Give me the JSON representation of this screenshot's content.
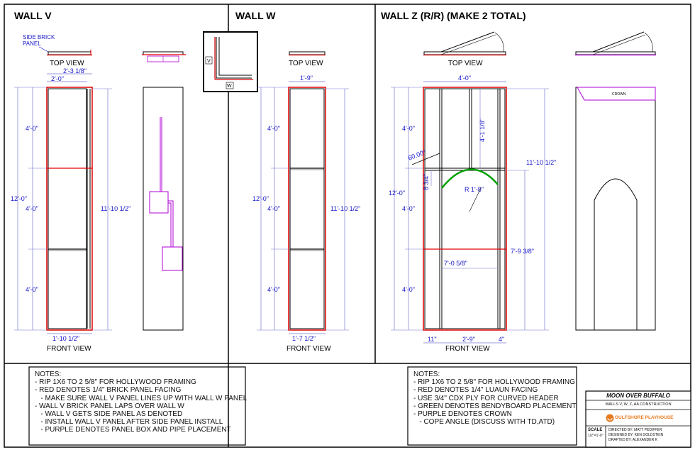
{
  "sections": {
    "v_title": "WALL V",
    "w_title": "WALL W",
    "z_title": "WALL Z (R/R) (MAKE 2 TOTAL)"
  },
  "labels": {
    "side_brick_1": "SIDE BRICK",
    "side_brick_2": "PANEL",
    "top_view": "TOP VIEW",
    "front_view": "FRONT VIEW",
    "crown": "CROWN",
    "key_v": "V",
    "key_w": "W"
  },
  "dims": {
    "v_top_outer": "2'-3 1/8\"",
    "v_top_inner": "2'-0\"",
    "v_seg": "4'-0\"",
    "v_total": "12'-0\"",
    "v_height": "11'-10 1/2\"",
    "v_bottom": "1'-10 1/2\"",
    "w_top": "1'-9\"",
    "w_seg": "4'-0\"",
    "w_total": "12'-0\"",
    "w_height": "11'-10 1/2\"",
    "w_bottom": "1'-7 1/2\"",
    "z_top": "4'-0\"",
    "z_seg": "4'-0\"",
    "z_total": "12'-0\"",
    "z_height": "11'-10 1/2\"",
    "z_header": "4'-1 1/8\"",
    "z_angle": "60.00°",
    "z_small": "8 3/4\"",
    "z_radius": "R 1'-8\"",
    "z_opening": "7'-9 3/8\"",
    "z_rail": "7'-0 5/8\"",
    "z_left_leg": "11\"",
    "z_mid": "2'-9\"",
    "z_right_leg": "4\""
  },
  "notes_left": [
    "NOTES:",
    "- RIP 1X6 TO 2 5/8\" FOR HOLLYWOOD FRAMING",
    "- RED DENOTES 1/4\" BRICK PANEL FACING",
    "   - MAKE SURE WALL V PANEL LINES UP WITH WALL W PANEL",
    "- WALL V BRICK PANEL LAPS OVER WALL W",
    "   - WALL V GETS SIDE PANEL AS DENOTED",
    "   - INSTALL WALL V PANEL AFTER SIDE PANEL INSTALL",
    "   - PURPLE DENOTES PANEL BOX AND PIPE PLACEMENT"
  ],
  "notes_right": [
    "NOTES:",
    "- RIP 1X6 TO 2 5/8\" FOR HOLLYWOOD FRAMING",
    "- RED DENOTES 1/4\" LUAUN FACING",
    "- USE 3/4\" CDX PLY FOR CURVED HEADER",
    "- GREEN DENOTES BENDYBOARD PLACEMENT",
    "- PURPLE DENOTES CROWN",
    "   - COPE ANGLE (DISCUSS WITH TD,ATD)"
  ],
  "title_block": {
    "show": "MOON OVER BUFFALO",
    "sheet": "WALLS V, W, Z, AA CONSTRUCTION",
    "company": "GULFSHORE PLAYHOUSE",
    "scale_label": "SCALE",
    "scale": "1/2\"=1'-0\"",
    "directed": "DIRECTED BY: MATT PEDIFFER",
    "designed": "DESIGNED BY: KEN GOLDSTEIN",
    "drafted": "DRAFTED BY: ALEXANDER K"
  },
  "colors": {
    "frame": "#000000",
    "red_facing": "#e00000",
    "dim_blue": "#1515c8",
    "dim_line": "#7777d0",
    "purple": "#b000d8",
    "green": "#00a000",
    "logo_orange": "#e87a1e"
  }
}
